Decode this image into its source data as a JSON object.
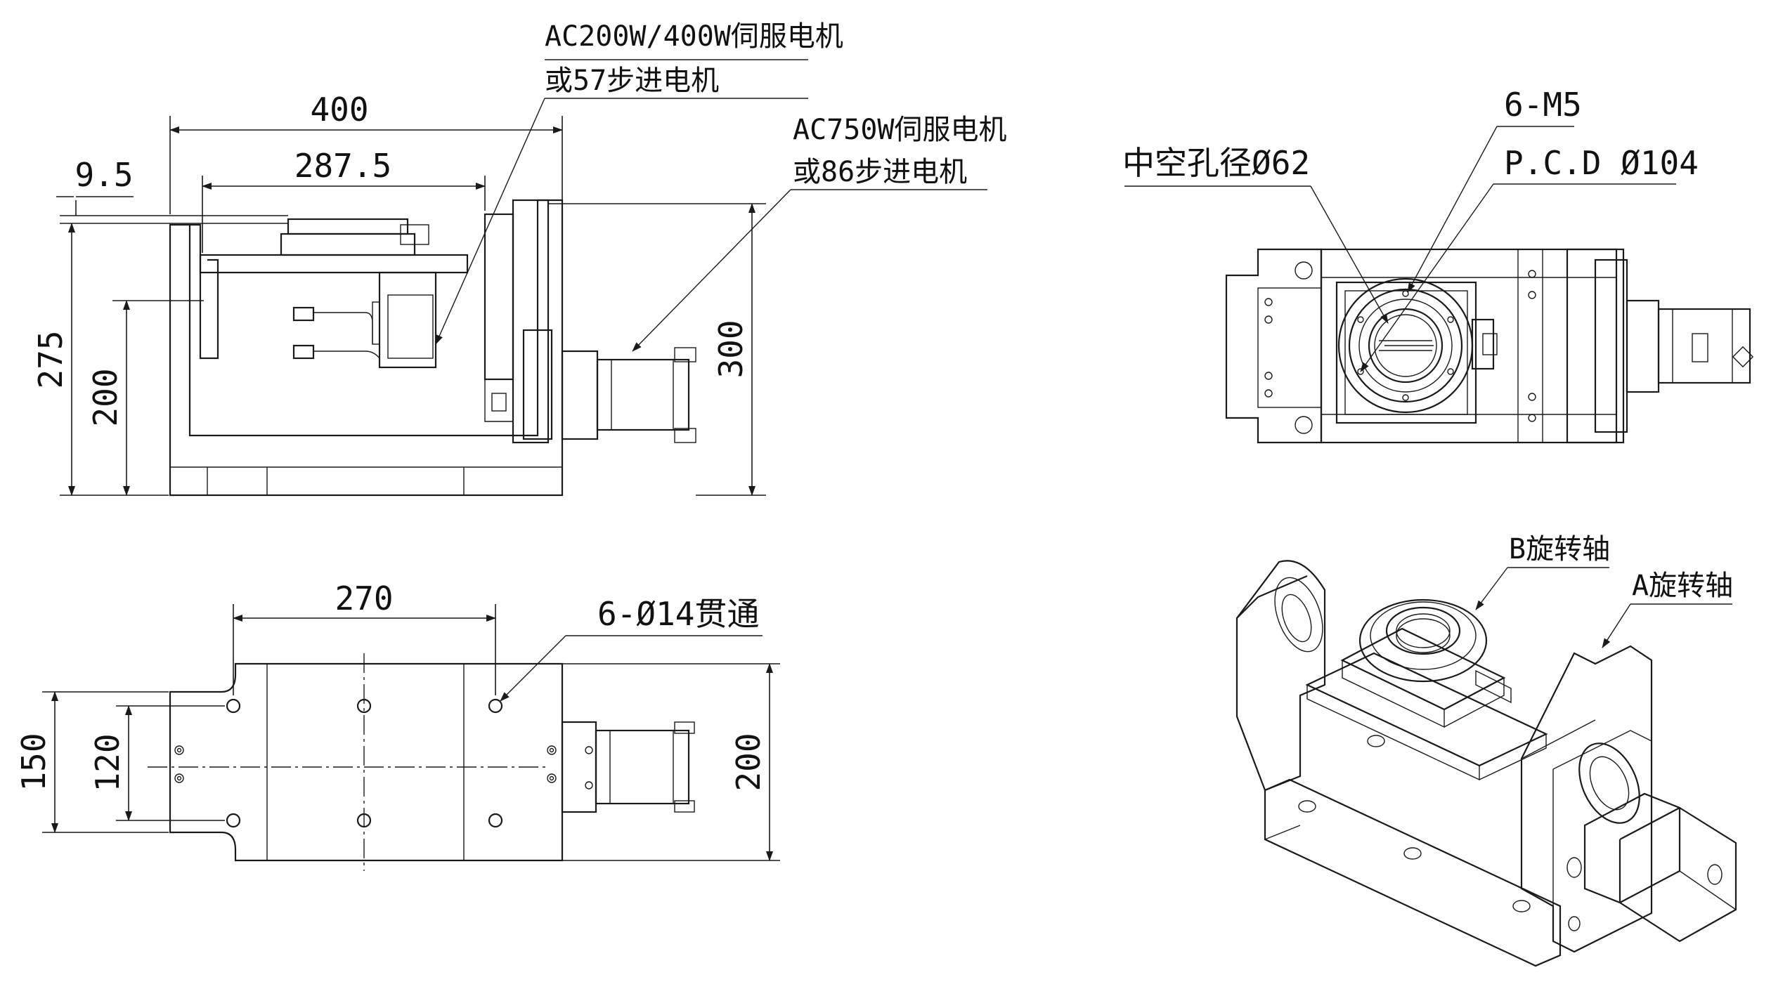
{
  "front_view": {
    "dims": {
      "overall_width": "400",
      "inner_width": "287.5",
      "offset": "9.5",
      "overall_height": "275",
      "inner_height": "200",
      "motor_height": "300"
    },
    "callout_small_motor": {
      "line1": "AC200W/400W伺服电机",
      "line2": "或57步进电机"
    },
    "callout_large_motor": {
      "line1": "AC750W伺服电机",
      "line2": "或86步进电机"
    }
  },
  "top_view": {
    "hollow_bore": "中空孔径Ø62",
    "bolts": "6-M5",
    "pcd": "P.C.D Ø104"
  },
  "plan_view": {
    "dims": {
      "hole_spacing": "270",
      "width_outer": "150",
      "width_inner": "120",
      "motor_width": "200"
    },
    "holes_note": "6-Ø14贯通"
  },
  "iso_view": {
    "b_axis": "B旋转轴",
    "a_axis": "A旋转轴"
  }
}
